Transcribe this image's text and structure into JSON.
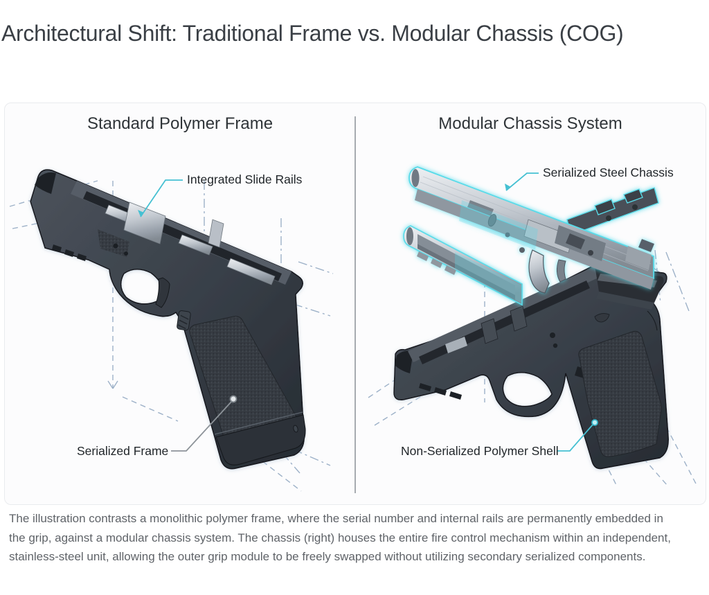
{
  "page": {
    "title": "Architectural Shift: Traditional Frame vs. Modular Chassis (COG)",
    "caption": "The illustration contrasts a monolithic polymer frame, where the serial number and internal rails are permanently embedded in the grip, against a modular chassis system. The chassis (right) houses the entire fire control mechanism within an independent, stainless-steel unit, allowing the outer grip module to be freely swapped without utilizing secondary serialized components."
  },
  "figure": {
    "left_panel": {
      "heading": "Standard Polymer Frame",
      "labels": {
        "slide_rails": "Integrated Slide Rails",
        "frame": "Serialized Frame"
      }
    },
    "right_panel": {
      "heading": "Modular Chassis System",
      "labels": {
        "chassis": "Serialized Steel Chassis",
        "shell": "Non-Serialized Polymer Shell"
      }
    },
    "colors": {
      "accent_cyan": "#45c0d2",
      "glow_cyan": "#4fd9e8",
      "construction_blue": "#9db1c8",
      "leader_gray": "#8d9399",
      "steel_gray": "#c3c9d0",
      "polymer_charcoal": "#394049"
    }
  }
}
